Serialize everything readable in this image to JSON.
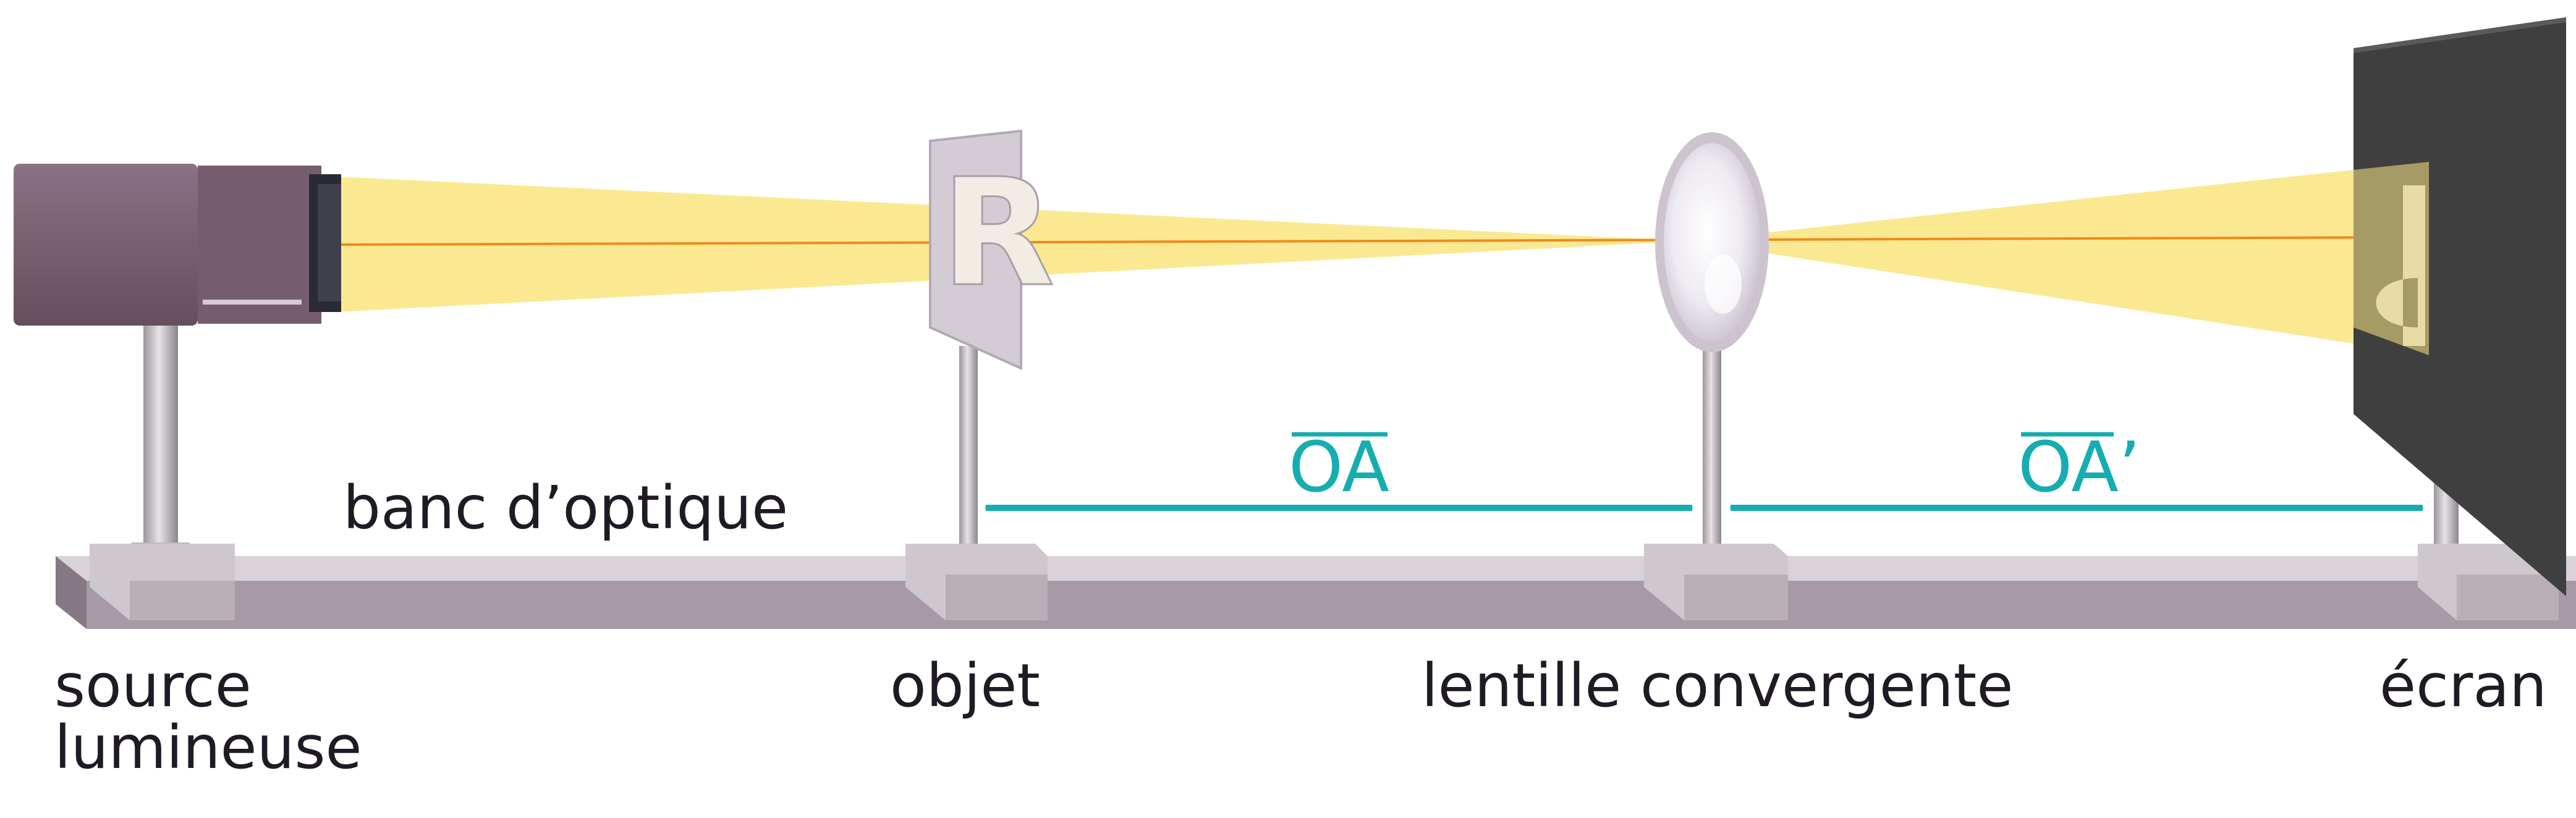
{
  "labels": {
    "bench": "banc d’optique",
    "source_line1": "source",
    "source_line2": "lumineuse",
    "object": "objet",
    "lens": "lentille convergente",
    "screen": "écran"
  },
  "distances": {
    "object_to_lens": "OA",
    "lens_to_screen": "OA’"
  },
  "object_letter": "R",
  "colors": {
    "beam": "#fbe785",
    "axis": "#f08a1c",
    "arrow": "#16adb0",
    "bench": "#a79aa6",
    "bench_top": "#d9d2d9",
    "lamp": "#7a6070",
    "screen": "#3f3f3f",
    "text": "#1f1a24"
  },
  "icons": [
    "light-source-icon",
    "lens-icon",
    "screen-icon"
  ]
}
